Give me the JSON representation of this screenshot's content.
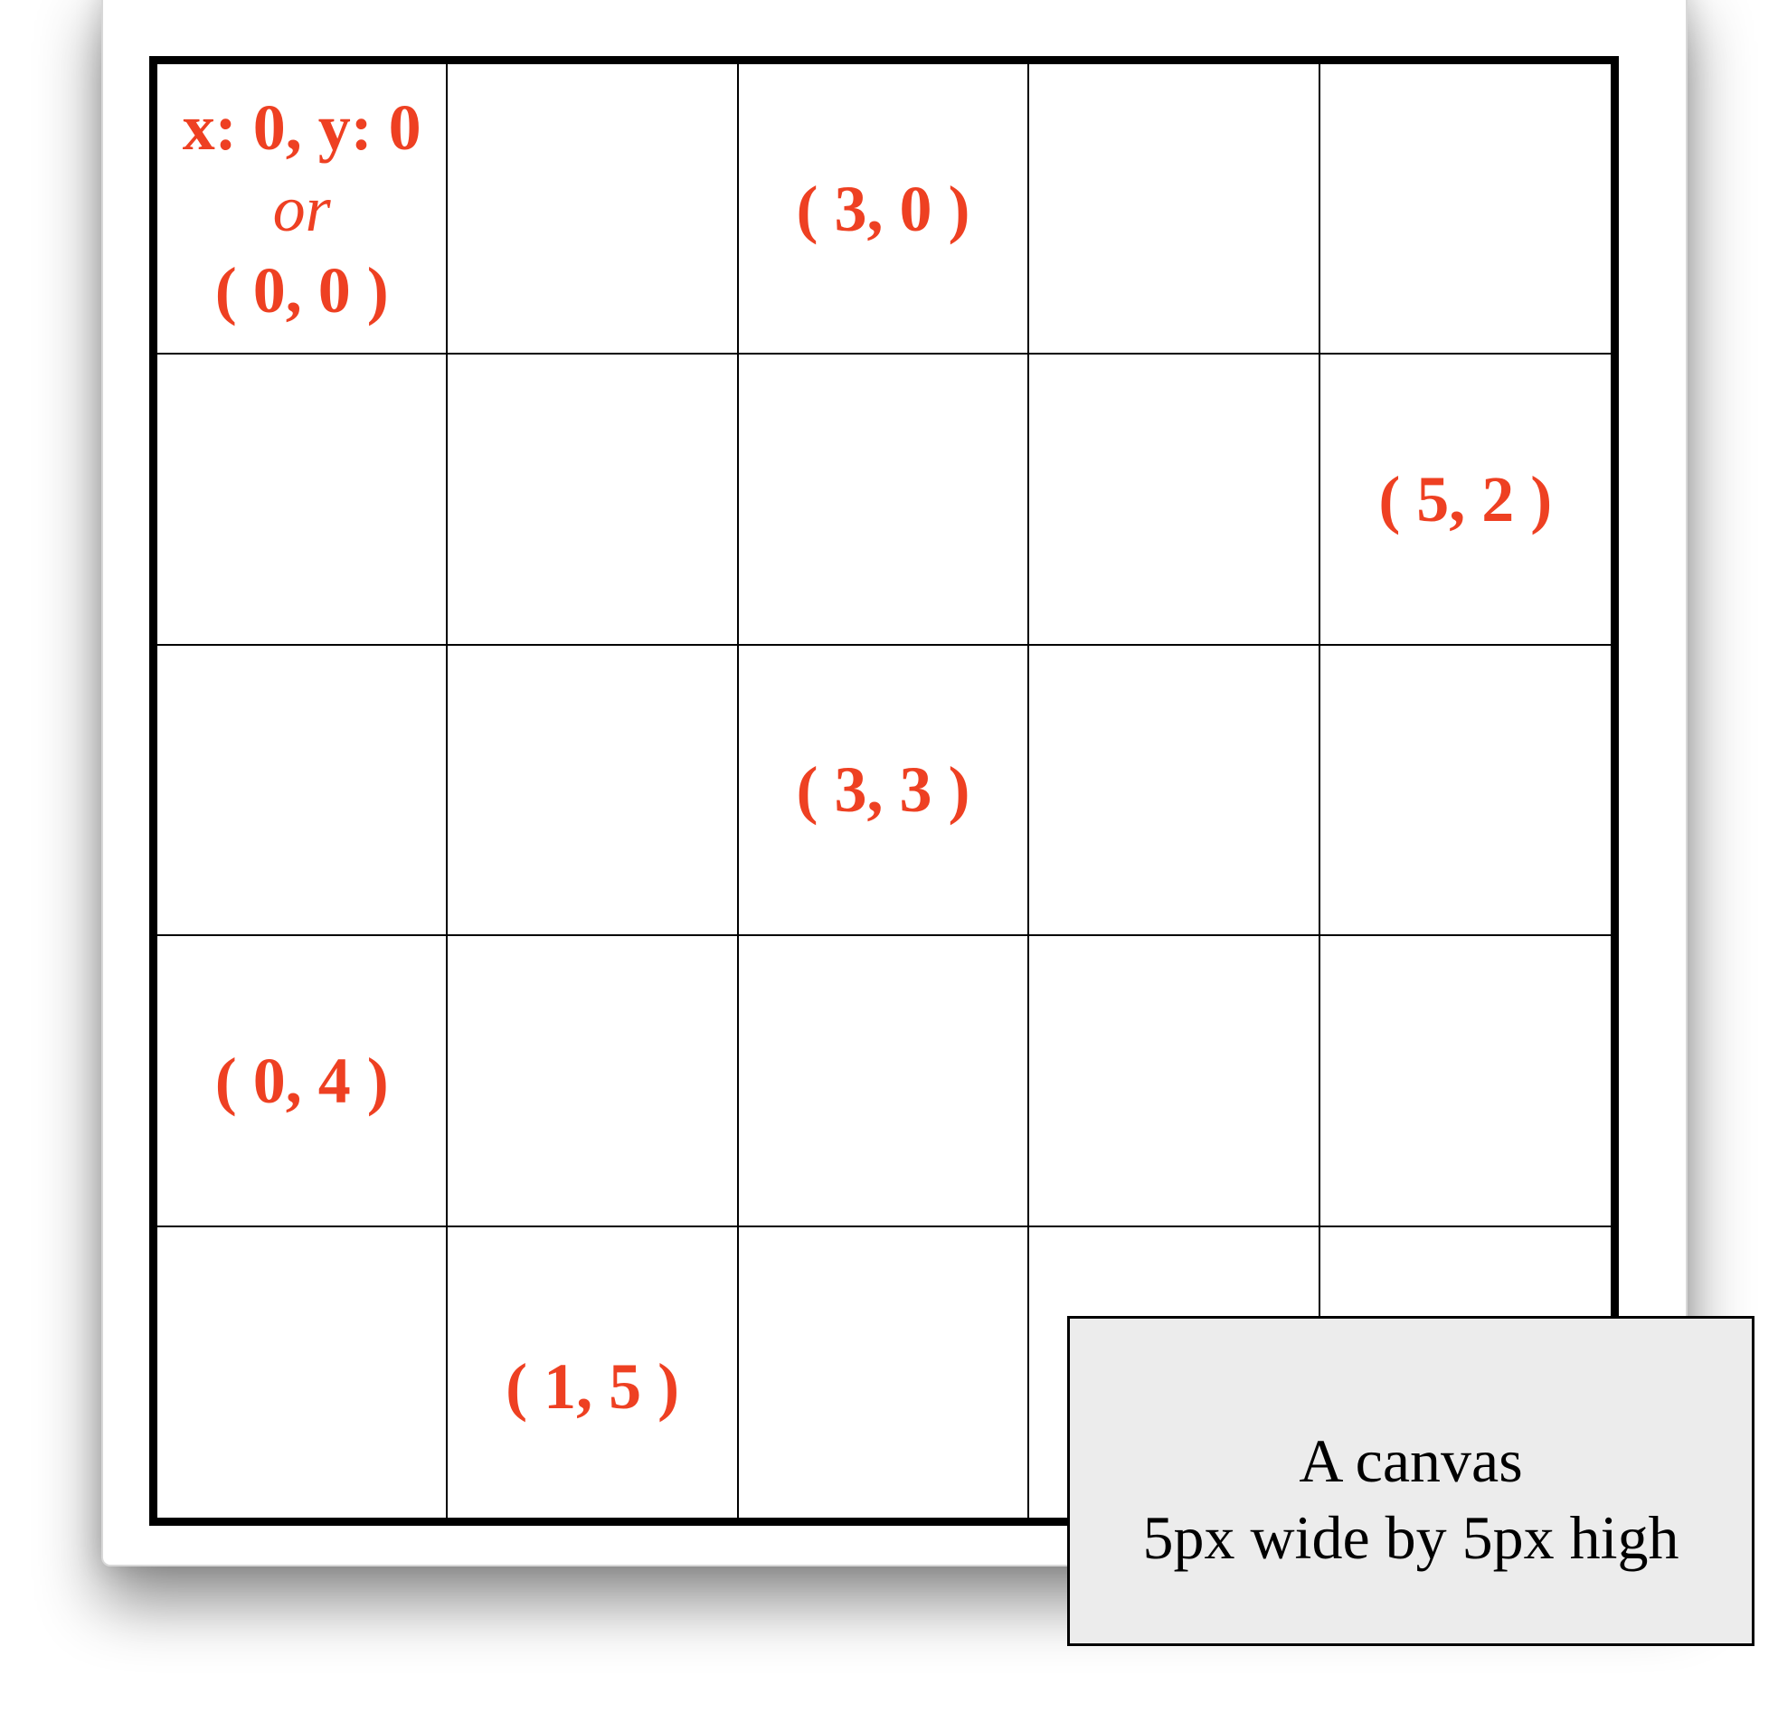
{
  "colors": {
    "label": "#ee4022",
    "grid_line": "#000000",
    "caption_bg": "#ececec"
  },
  "origin": {
    "line1": "x: 0, y: 0",
    "line2": "or",
    "line3": "( 0, 0 )"
  },
  "labels": [
    {
      "row": 0,
      "col": 2,
      "text": "( 3, 0 )"
    },
    {
      "row": 1,
      "col": 4,
      "text": "( 5, 2 )"
    },
    {
      "row": 2,
      "col": 2,
      "text": "( 3, 3 )"
    },
    {
      "row": 3,
      "col": 0,
      "text": "( 0, 4 )"
    },
    {
      "row": 4,
      "col": 1,
      "text": "( 1, 5 )"
    }
  ],
  "caption": {
    "line1": "A canvas",
    "line2": "5px wide by 5px high"
  }
}
